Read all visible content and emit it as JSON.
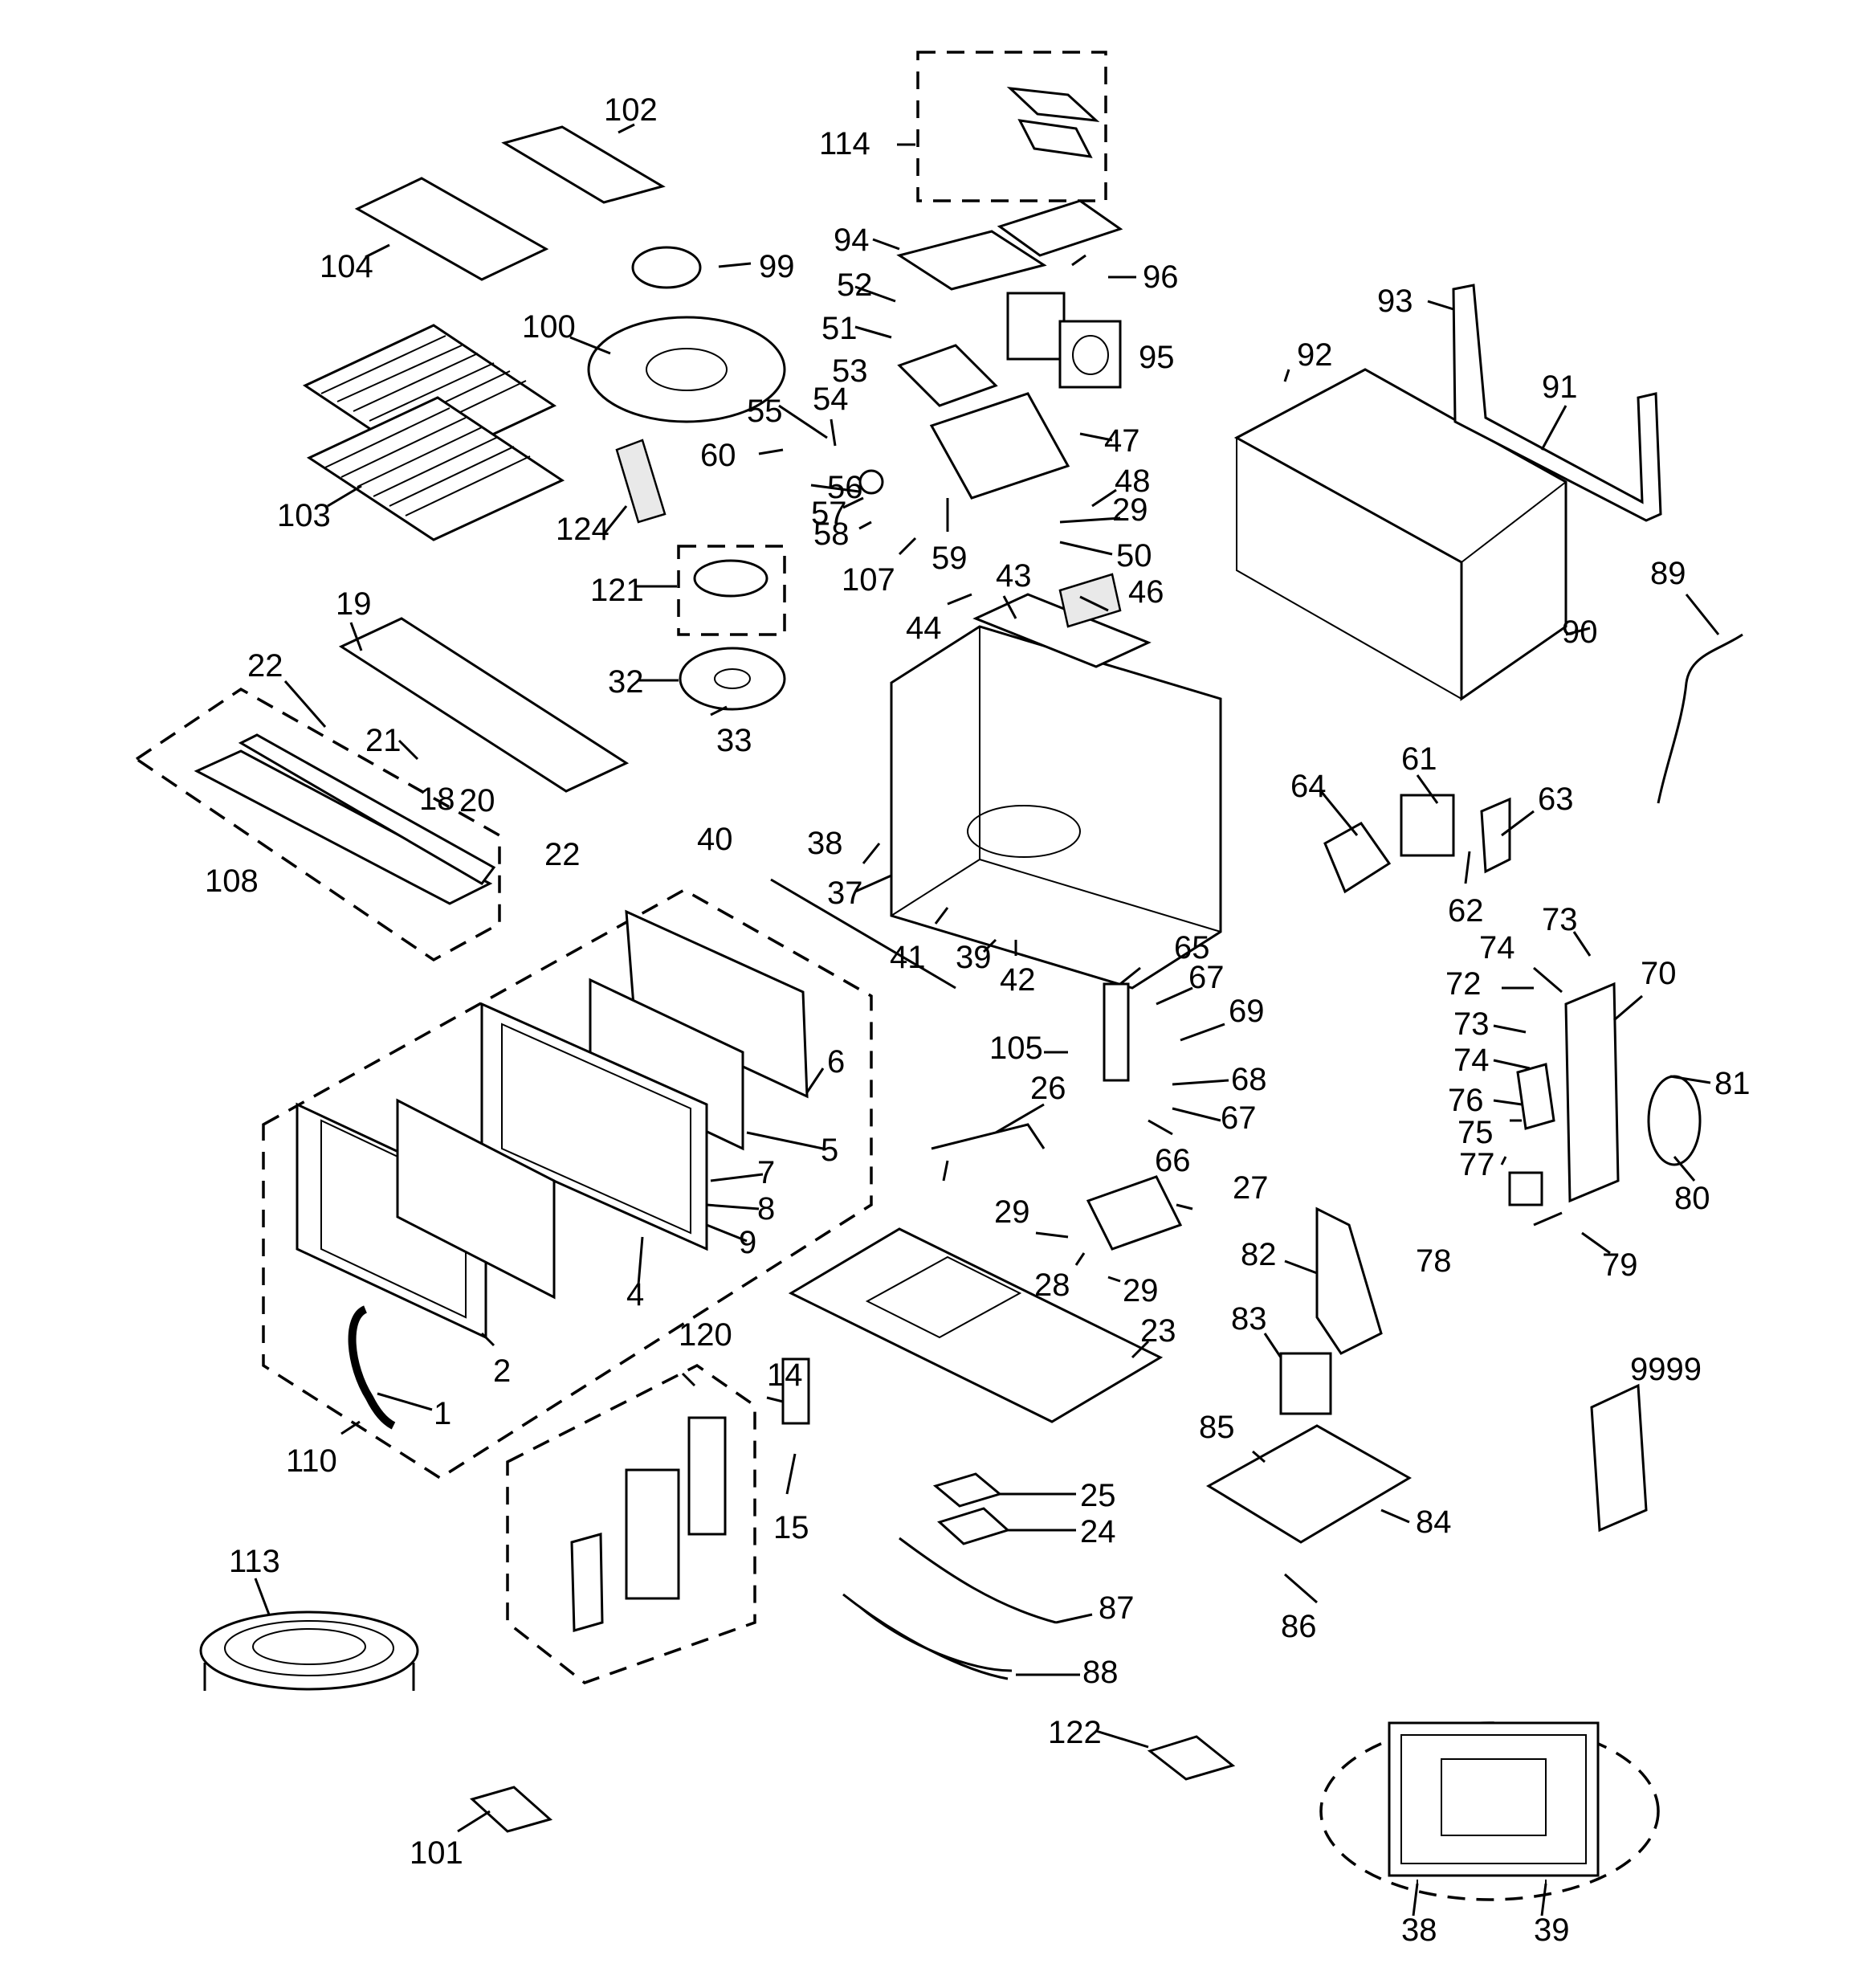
{
  "diagram": {
    "callouts": [
      "1",
      "2",
      "4",
      "5",
      "6",
      "7",
      "8",
      "9",
      "14",
      "15",
      "18",
      "19",
      "20",
      "21",
      "22",
      "22",
      "23",
      "24",
      "25",
      "26",
      "27",
      "28",
      "29",
      "29",
      "29",
      "32",
      "33",
      "37",
      "38",
      "38",
      "39",
      "39",
      "40",
      "41",
      "42",
      "43",
      "44",
      "46",
      "47",
      "48",
      "50",
      "51",
      "52",
      "53",
      "54",
      "55",
      "56",
      "57",
      "58",
      "59",
      "60",
      "61",
      "62",
      "63",
      "64",
      "65",
      "66",
      "67",
      "67",
      "68",
      "69",
      "70",
      "72",
      "73",
      "73",
      "74",
      "74",
      "75",
      "76",
      "77",
      "78",
      "79",
      "80",
      "81",
      "82",
      "83",
      "84",
      "85",
      "86",
      "87",
      "88",
      "89",
      "90",
      "91",
      "92",
      "93",
      "94",
      "95",
      "96",
      "99",
      "100",
      "101",
      "102",
      "103",
      "104",
      "105",
      "107",
      "108",
      "110",
      "113",
      "114",
      "120",
      "121",
      "122",
      "124",
      "9999"
    ]
  }
}
